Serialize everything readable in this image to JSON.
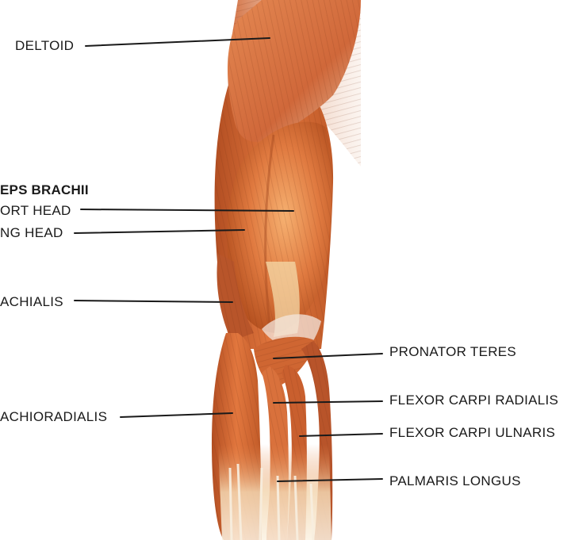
{
  "labels": {
    "deltoid": "DELTOID",
    "biceps_brachii": "EPS BRACHII",
    "short_head": "ORT HEAD",
    "long_head": "NG HEAD",
    "brachialis": "ACHIALIS",
    "brachioradialis": "ACHIORADIALIS",
    "pronator_teres": "PRONATOR TERES",
    "flexor_carpi_radialis": "FLEXOR CARPI RADIALIS",
    "flexor_carpi_ulnaris": "FLEXOR CARPI ULNARIS",
    "palmaris_longus": "PALMARIS LONGUS"
  },
  "colors": {
    "muscle_dark": "#a8471f",
    "muscle_mid": "#d8693a",
    "muscle_light": "#f0a06a",
    "tendon": "#f5e6c8",
    "leader_line": "#1a1a1a"
  }
}
